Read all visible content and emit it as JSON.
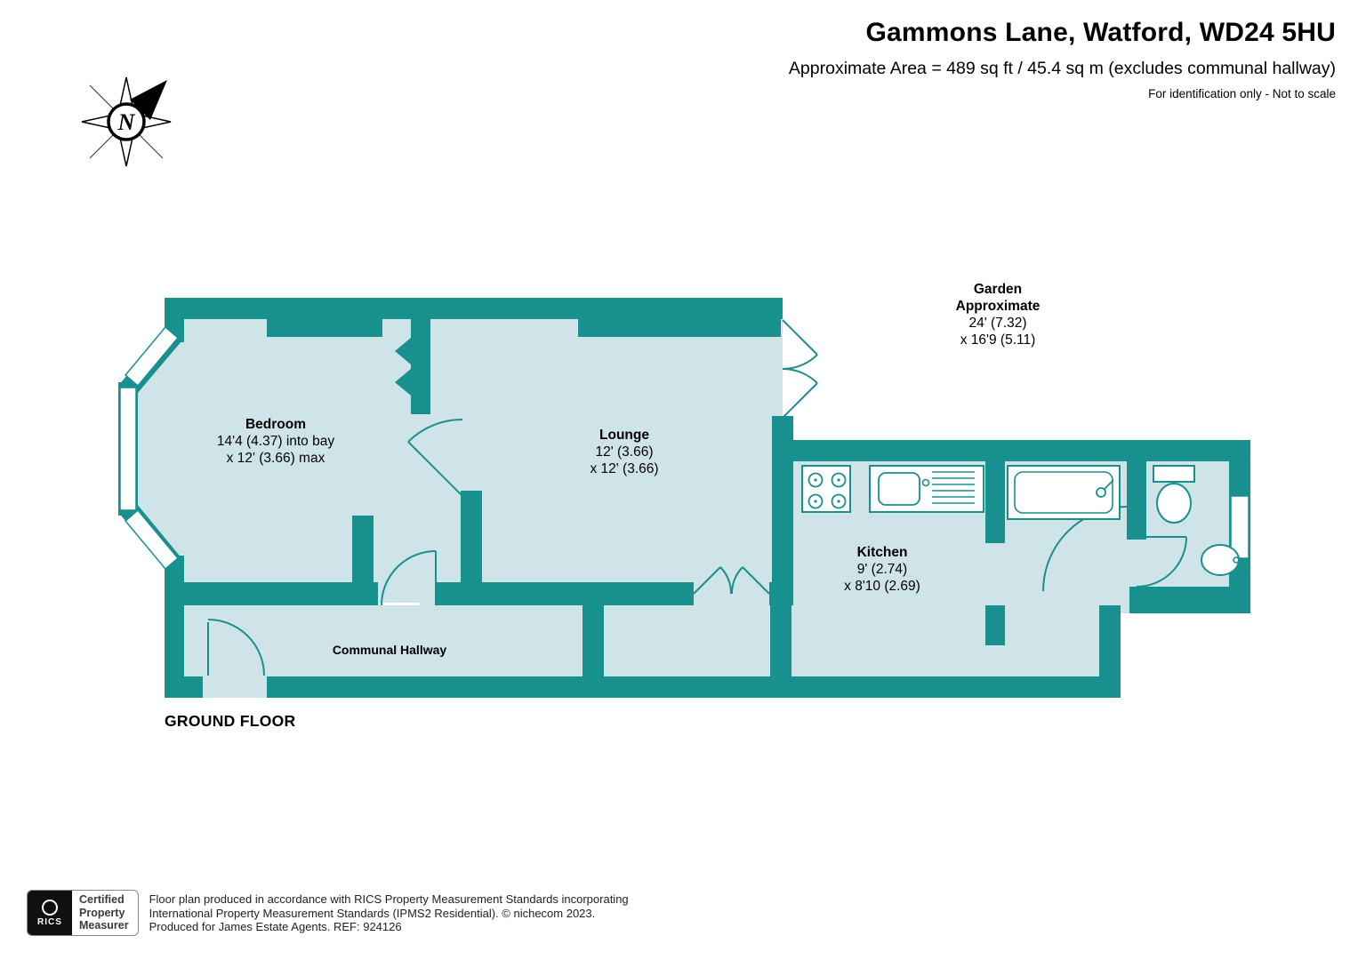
{
  "header": {
    "title": "Gammons Lane, Watford, WD24 5HU",
    "area": "Approximate Area = 489 sq ft / 45.4 sq m (excludes communal hallway)",
    "note": "For identification only - Not to scale"
  },
  "compass": {
    "north": "N"
  },
  "plan": {
    "floor_label": "GROUND FLOOR",
    "rooms": {
      "bedroom": {
        "name": "Bedroom",
        "dim1": "14'4 (4.37) into bay",
        "dim2": "x 12' (3.66) max"
      },
      "lounge": {
        "name": "Lounge",
        "dim1": "12' (3.66)",
        "dim2": "x 12' (3.66)"
      },
      "kitchen": {
        "name": "Kitchen",
        "dim1": "9' (2.74)",
        "dim2": "x 8'10 (2.69)"
      },
      "hallway": {
        "name": "Communal Hallway"
      },
      "garden": {
        "line1": "Garden",
        "line2": "Approximate",
        "dim1": "24' (7.32)",
        "dim2": "x 16'9 (5.11)"
      }
    }
  },
  "footer": {
    "logo_text": "RICS",
    "badge": {
      "line1": "Certified",
      "line2": "Property",
      "line3": "Measurer"
    },
    "line1": "Floor plan produced in accordance with RICS Property Measurement Standards incorporating",
    "line2": "International Property Measurement Standards (IPMS2 Residential).  © nichecom 2023.",
    "line3": "Produced for James Estate Agents.   REF: 924126"
  },
  "colors": {
    "wall": "#18908e",
    "room": "#cfe4e9"
  }
}
